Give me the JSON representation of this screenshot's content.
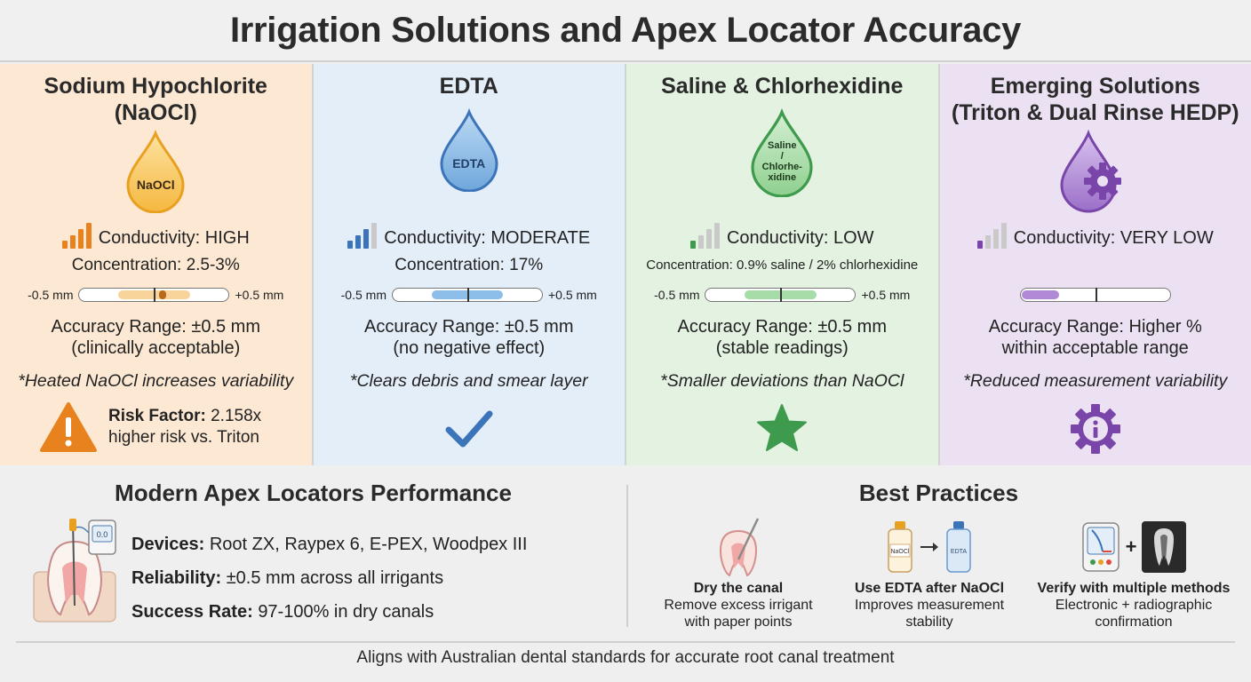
{
  "title": "Irrigation Solutions and Apex Locator Accuracy",
  "colors": {
    "naocl_bg": "#fde9d3",
    "edta_bg": "#e3eef9",
    "saline_bg": "#e3f2e1",
    "emerging_bg": "#ebe1f3",
    "orange": "#e8821e",
    "blue": "#3b74b9",
    "green": "#3e9a4d",
    "purple": "#7a45a8"
  },
  "columns": [
    {
      "title_line1": "Sodium Hypochlorite",
      "title_line2": "(NaOCl)",
      "drop_label": "NaOCl",
      "drop_icon": "droplet-icon",
      "conductivity": "Conductivity: HIGH",
      "conductivity_level": 4,
      "concentration": "Concentration: 2.5-3%",
      "scale_min": "-0.5 mm",
      "scale_max": "+0.5 mm",
      "accuracy_line1": "Accuracy Range: ±0.5 mm",
      "accuracy_line2": "(clinically acceptable)",
      "note": "*Heated NaOCl increases variability",
      "risk_label": "Risk Factor:",
      "risk_value": "2.158x",
      "risk_line2": "higher risk vs. Triton",
      "bottom_icon": "warning-icon"
    },
    {
      "title_line1": "EDTA",
      "title_line2": "",
      "drop_label": "EDTA",
      "drop_icon": "droplet-icon",
      "conductivity": "Conductivity: MODERATE",
      "conductivity_level": 3,
      "concentration": "Concentration: 17%",
      "scale_min": "-0.5 mm",
      "scale_max": "+0.5 mm",
      "accuracy_line1": "Accuracy Range: ±0.5 mm",
      "accuracy_line2": "(no negative effect)",
      "note": "*Clears debris and smear layer",
      "bottom_icon": "checkmark-icon"
    },
    {
      "title_line1": "Saline & Chlorhexidine",
      "title_line2": "",
      "drop_label_1": "Saline",
      "drop_label_2": "/",
      "drop_label_3": "Chlorhe-",
      "drop_label_4": "xidine",
      "drop_icon": "droplet-icon",
      "conductivity": "Conductivity: LOW",
      "conductivity_level": 1,
      "concentration": "Concentration: 0.9% saline / 2% chlorhexidine",
      "scale_min": "-0.5 mm",
      "scale_max": "+0.5 mm",
      "accuracy_line1": "Accuracy Range: ±0.5 mm",
      "accuracy_line2": "(stable readings)",
      "note": "*Smaller deviations than NaOCl",
      "bottom_icon": "star-icon"
    },
    {
      "title_line1": "Emerging Solutions",
      "title_line2": "(Triton & Dual Rinse HEDP)",
      "drop_icon": "gear-droplet-icon",
      "conductivity": "Conductivity: VERY LOW",
      "conductivity_level": 1,
      "accuracy_line1": "Accuracy Range: Higher %",
      "accuracy_line2": "within acceptable range",
      "note": "*Reduced measurement variability",
      "bottom_icon": "info-gear-icon"
    }
  ],
  "apex": {
    "title": "Modern Apex Locators Performance",
    "screen_value": "0.0",
    "devices_label": "Devices:",
    "devices_value": "Root ZX, Raypex 6, E-PEX, Woodpex III",
    "reliability_label": "Reliability:",
    "reliability_value": "±0.5 mm across all irrigants",
    "success_label": "Success Rate:",
    "success_value": "97-100% in dry canals"
  },
  "practices": {
    "title": "Best Practices",
    "items": [
      {
        "title": "Dry the canal",
        "desc1": "Remove excess irrigant",
        "desc2": "with paper points"
      },
      {
        "title": "Use EDTA after NaOCl",
        "desc1": "Improves measurement",
        "desc2": "stability",
        "bottle1": "NaOCl",
        "bottle2": "EDTA"
      },
      {
        "title": "Verify with multiple methods",
        "desc1": "Electronic + radiographic",
        "desc2": "confirmation",
        "plus": "+"
      }
    ]
  },
  "footer": "Aligns with Australian dental standards for accurate root canal treatment"
}
